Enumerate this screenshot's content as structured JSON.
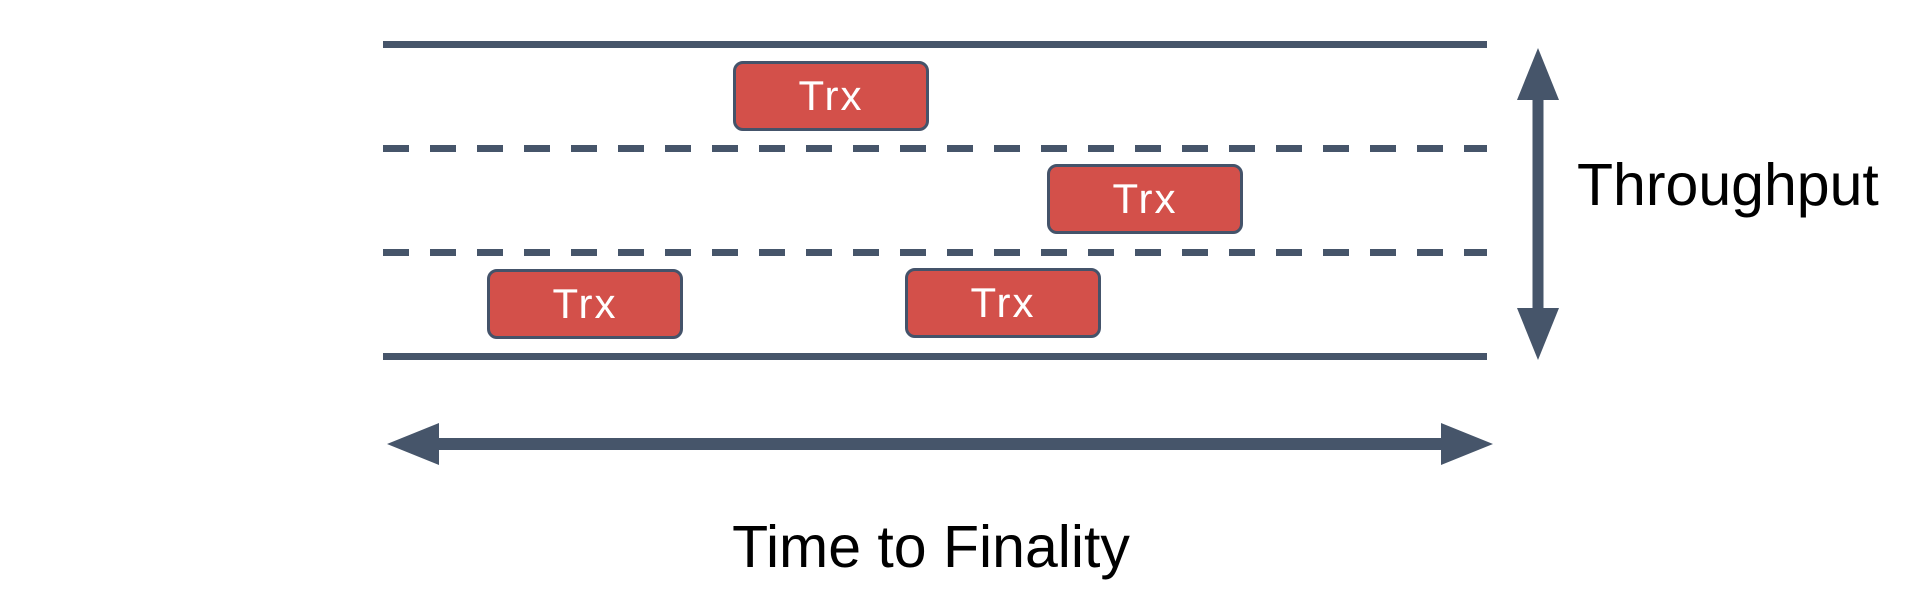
{
  "colors": {
    "background": "#FFFFFF",
    "line": "#46556A",
    "arrow": "#46556A",
    "box_fill": "#D3504A",
    "box_border": "#44536A",
    "box_text": "#FFFFFF",
    "label_text": "#000000"
  },
  "diagram": {
    "boxes": [
      {
        "label": "Trx",
        "lane": "top"
      },
      {
        "label": "Trx",
        "lane": "middle"
      },
      {
        "label": "Trx",
        "lane": "bottom-left"
      },
      {
        "label": "Trx",
        "lane": "bottom-middle"
      }
    ],
    "labels": {
      "throughput": "Throughput",
      "time_to_finality": "Time to Finality"
    }
  }
}
